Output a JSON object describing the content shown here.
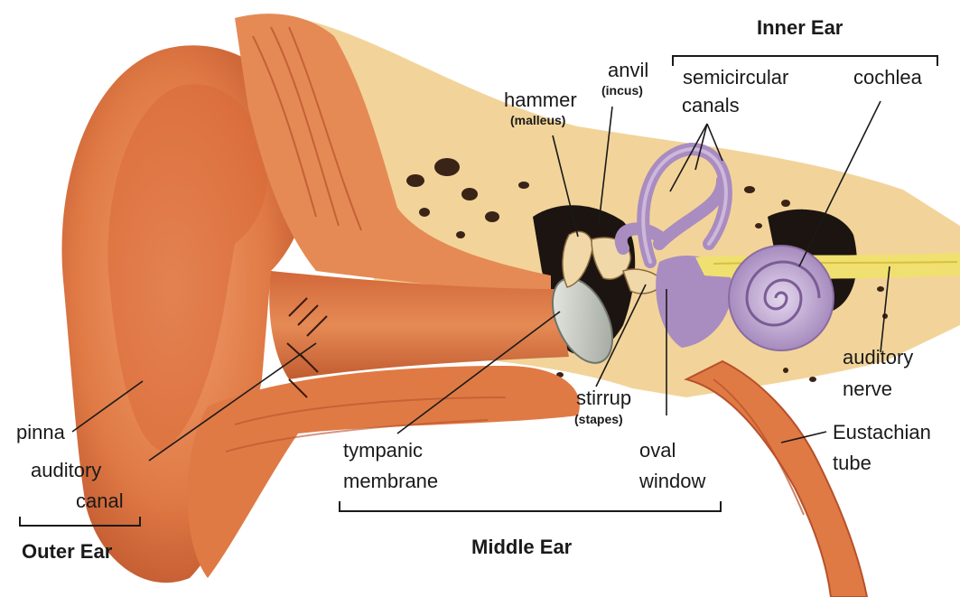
{
  "labels": {
    "inner_ear": "Inner Ear",
    "middle_ear": "Middle Ear",
    "outer_ear": "Outer Ear",
    "anvil": "anvil",
    "incus": "(incus)",
    "hammer": "hammer",
    "malleus": "(malleus)",
    "semicircular_canals_1": "semicircular",
    "semicircular_canals_2": "canals",
    "cochlea": "cochlea",
    "auditory_nerve_1": "auditory",
    "auditory_nerve_2": "nerve",
    "eustachian_tube_1": "Eustachian",
    "eustachian_tube_2": "tube",
    "stirrup": "stirrup",
    "stapes": "(stapes)",
    "oval_window_1": "oval",
    "oval_window_2": "window",
    "tympanic_membrane_1": "tympanic",
    "tympanic_membrane_2": "membrane",
    "pinna": "pinna",
    "auditory_canal_1": "auditory",
    "auditory_canal_2": "canal"
  },
  "colors": {
    "skin": "#e07a45",
    "skin_dark": "#b8502a",
    "skin_light": "#f0a070",
    "bone": "#f2d49a",
    "cavity": "#1c1410",
    "inner_ear": "#a98cc0",
    "inner_ear_light": "#cdb8dc",
    "nerve": "#f0e070",
    "membrane": "#c8ccc4",
    "line": "#1a1a1a"
  }
}
